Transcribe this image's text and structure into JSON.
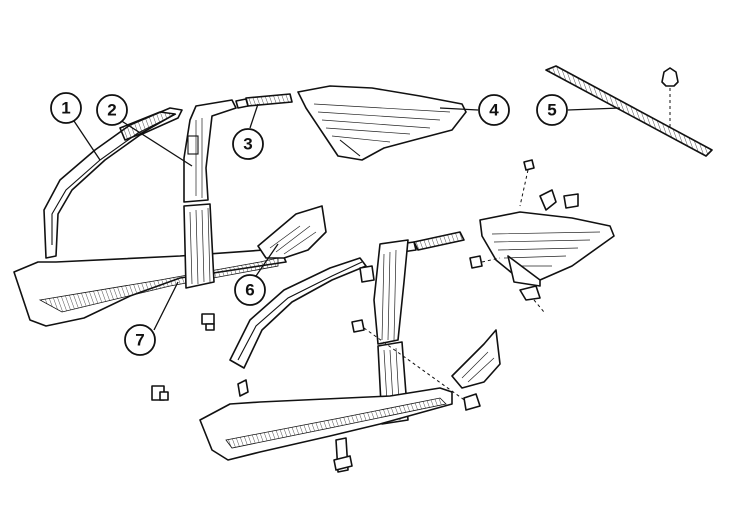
{
  "callouts": [
    {
      "id": "callout-1",
      "label": "1"
    },
    {
      "id": "callout-2",
      "label": "2"
    },
    {
      "id": "callout-3",
      "label": "3"
    },
    {
      "id": "callout-4",
      "label": "4"
    },
    {
      "id": "callout-5",
      "label": "5"
    },
    {
      "id": "callout-6",
      "label": "6"
    },
    {
      "id": "callout-7",
      "label": "7"
    }
  ],
  "colors": {
    "line": "#111111",
    "background": "#ffffff"
  }
}
